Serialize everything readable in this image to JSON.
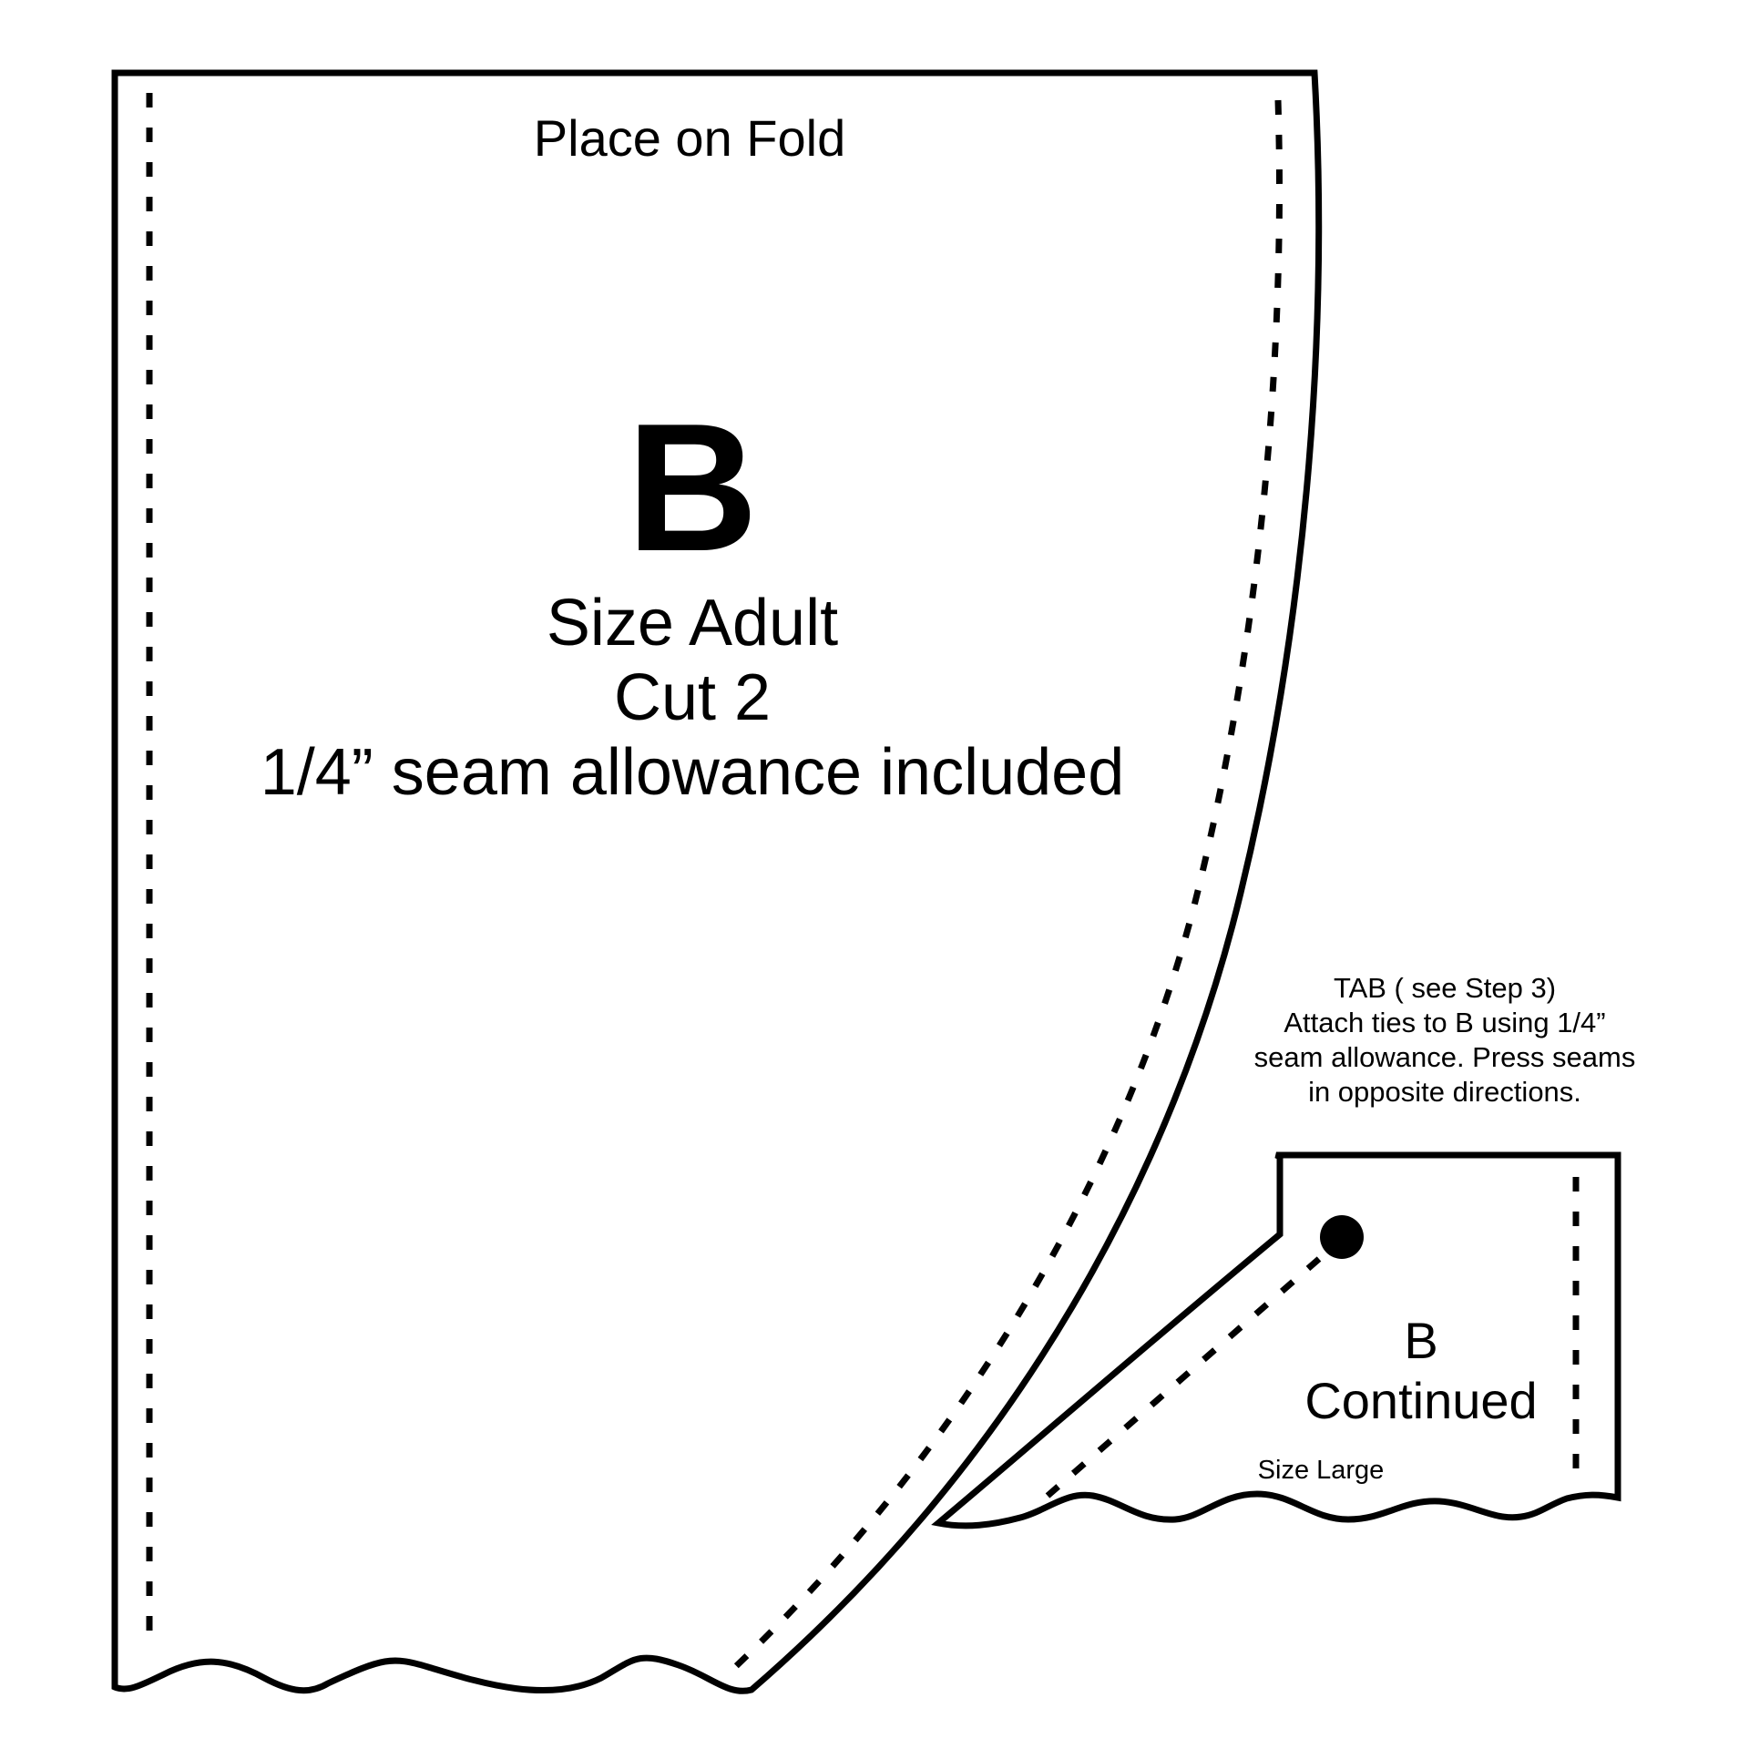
{
  "main_piece": {
    "fold_label": "Place on Fold",
    "letter": "B",
    "size": "Size Adult",
    "cut": "Cut 2",
    "seam": "1/4” seam allowance included"
  },
  "tab_piece": {
    "note_lines": [
      "TAB ( see Step 3)",
      "Attach ties to B using 1/4”",
      "seam allowance. Press seams",
      "in opposite directions."
    ],
    "letter": "B",
    "continued": "Continued",
    "size": "Size Large"
  },
  "colors": {
    "line": "#000000",
    "background": "#ffffff"
  }
}
